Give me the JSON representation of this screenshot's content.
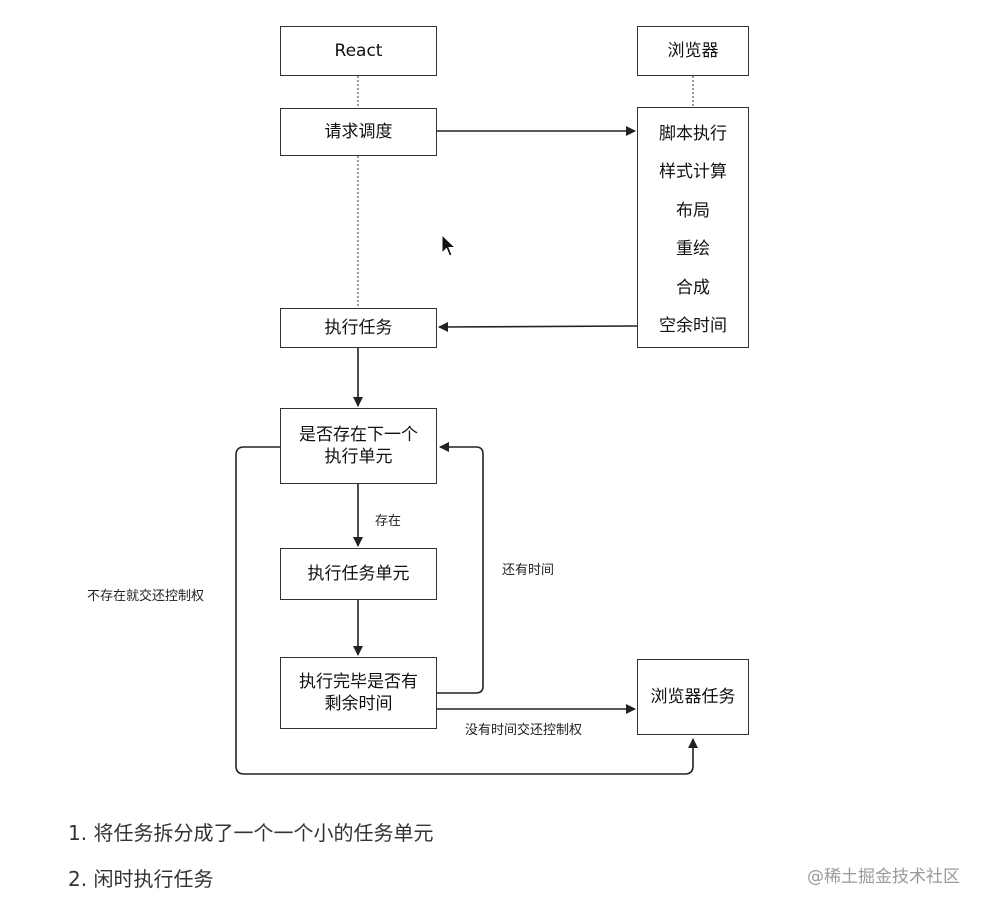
{
  "boxes": {
    "react": "React",
    "browser": "浏览器",
    "request_schedule": "请求调度",
    "execute_task": "执行任务",
    "has_next_unit": "是否存在下一个\n执行单元",
    "execute_unit": "执行任务单元",
    "done_remaining": "执行完毕是否有\n剩余时间",
    "browser_task": "浏览器任务"
  },
  "browser_steps": [
    "脚本执行",
    "样式计算",
    "布局",
    "重绘",
    "合成",
    "空余时间"
  ],
  "edge_labels": {
    "exists": "存在",
    "has_time": "还有时间",
    "not_exists": "不存在就交还控制权",
    "no_time": "没有时间交还控制权"
  },
  "notes": [
    "1. 将任务拆分成了一个一个小的任务单元",
    "2. 闲时执行任务"
  ],
  "watermark": "@稀土掘金技术社区"
}
